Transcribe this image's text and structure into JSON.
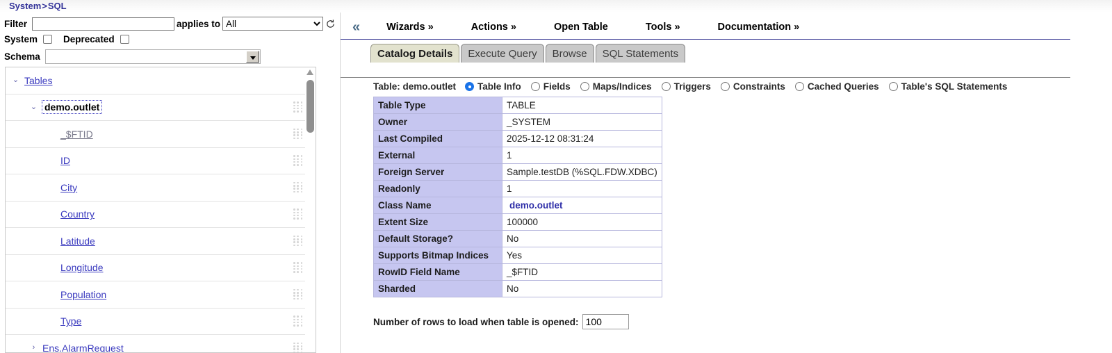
{
  "breadcrumb": {
    "root": "System",
    "separator": ">",
    "current": "SQL"
  },
  "left": {
    "filter": {
      "label": "Filter",
      "value": "",
      "placeholder": "",
      "applies_to_label": "applies to",
      "applies_to_value": "All",
      "applies_to_options": [
        "All"
      ],
      "refresh_icon": "refresh-icon"
    },
    "system_label": "System",
    "system_checked": false,
    "deprecated_label": "Deprecated",
    "deprecated_checked": false,
    "schema_label": "Schema",
    "schema_value": "",
    "tree": [
      {
        "label": "Tables",
        "indent": 0,
        "caret": "expanded",
        "state": "link",
        "handle": false
      },
      {
        "label": "demo.outlet",
        "indent": 1,
        "caret": "expanded",
        "state": "current",
        "handle": true
      },
      {
        "label": "_$FTID",
        "indent": 2,
        "caret": "none",
        "state": "visited",
        "handle": true
      },
      {
        "label": "ID",
        "indent": 2,
        "caret": "none",
        "state": "link",
        "handle": true
      },
      {
        "label": "City",
        "indent": 2,
        "caret": "none",
        "state": "link",
        "handle": true
      },
      {
        "label": "Country",
        "indent": 2,
        "caret": "none",
        "state": "link",
        "handle": true
      },
      {
        "label": "Latitude",
        "indent": 2,
        "caret": "none",
        "state": "link",
        "handle": true
      },
      {
        "label": "Longitude",
        "indent": 2,
        "caret": "none",
        "state": "link",
        "handle": true
      },
      {
        "label": "Population",
        "indent": 2,
        "caret": "none",
        "state": "link",
        "handle": true
      },
      {
        "label": "Type",
        "indent": 2,
        "caret": "none",
        "state": "link",
        "handle": true
      },
      {
        "label": "Ens.AlarmRequest",
        "indent": 1,
        "caret": "collapsed",
        "state": "link",
        "handle": true
      }
    ]
  },
  "right": {
    "collapse_icon": "double-chevron-left-icon",
    "nav": [
      {
        "label": "Wizards »"
      },
      {
        "label": "Actions »"
      },
      {
        "label": "Open Table"
      },
      {
        "label": "Tools »"
      },
      {
        "label": "Documentation »"
      }
    ],
    "tabs": [
      {
        "label": "Catalog Details",
        "active": true
      },
      {
        "label": "Execute Query",
        "active": false
      },
      {
        "label": "Browse",
        "active": false
      },
      {
        "label": "SQL Statements",
        "active": false
      }
    ],
    "table_label": "Table:",
    "table_name": "demo.outlet",
    "view_options": [
      {
        "label": "Table Info",
        "checked": true
      },
      {
        "label": "Fields",
        "checked": false
      },
      {
        "label": "Maps/Indices",
        "checked": false
      },
      {
        "label": "Triggers",
        "checked": false
      },
      {
        "label": "Constraints",
        "checked": false
      },
      {
        "label": "Cached Queries",
        "checked": false
      },
      {
        "label": "Table's SQL Statements",
        "checked": false
      }
    ],
    "details": [
      {
        "key": "Table Type",
        "value": "TABLE",
        "link": false
      },
      {
        "key": "Owner",
        "value": "_SYSTEM",
        "link": false
      },
      {
        "key": "Last Compiled",
        "value": "2025-12-12 08:31:24",
        "link": false
      },
      {
        "key": "External",
        "value": "1",
        "link": false
      },
      {
        "key": "Foreign Server",
        "value": "Sample.testDB (%SQL.FDW.XDBC)",
        "link": false
      },
      {
        "key": "Readonly",
        "value": "1",
        "link": false
      },
      {
        "key": "Class Name",
        "value": "demo.outlet",
        "link": true
      },
      {
        "key": "Extent Size",
        "value": "100000",
        "link": false
      },
      {
        "key": "Default Storage?",
        "value": "No",
        "link": false
      },
      {
        "key": "Supports Bitmap Indices",
        "value": "Yes",
        "link": false
      },
      {
        "key": "RowID Field Name",
        "value": "_$FTID",
        "link": false
      },
      {
        "key": "Sharded",
        "value": "No",
        "link": false
      }
    ],
    "rows_label": "Number of rows to load when table is opened:",
    "rows_value": "100"
  },
  "colors": {
    "breadcrumb": "#333399",
    "nav_underline": "#33338f",
    "active_tab_bg": "#e2e2ce",
    "tab_bg": "#c9c9c9",
    "table_key_bg": "#c6c6f0",
    "radio_checked": "#1a73e8",
    "link": "#3b3bbf"
  }
}
